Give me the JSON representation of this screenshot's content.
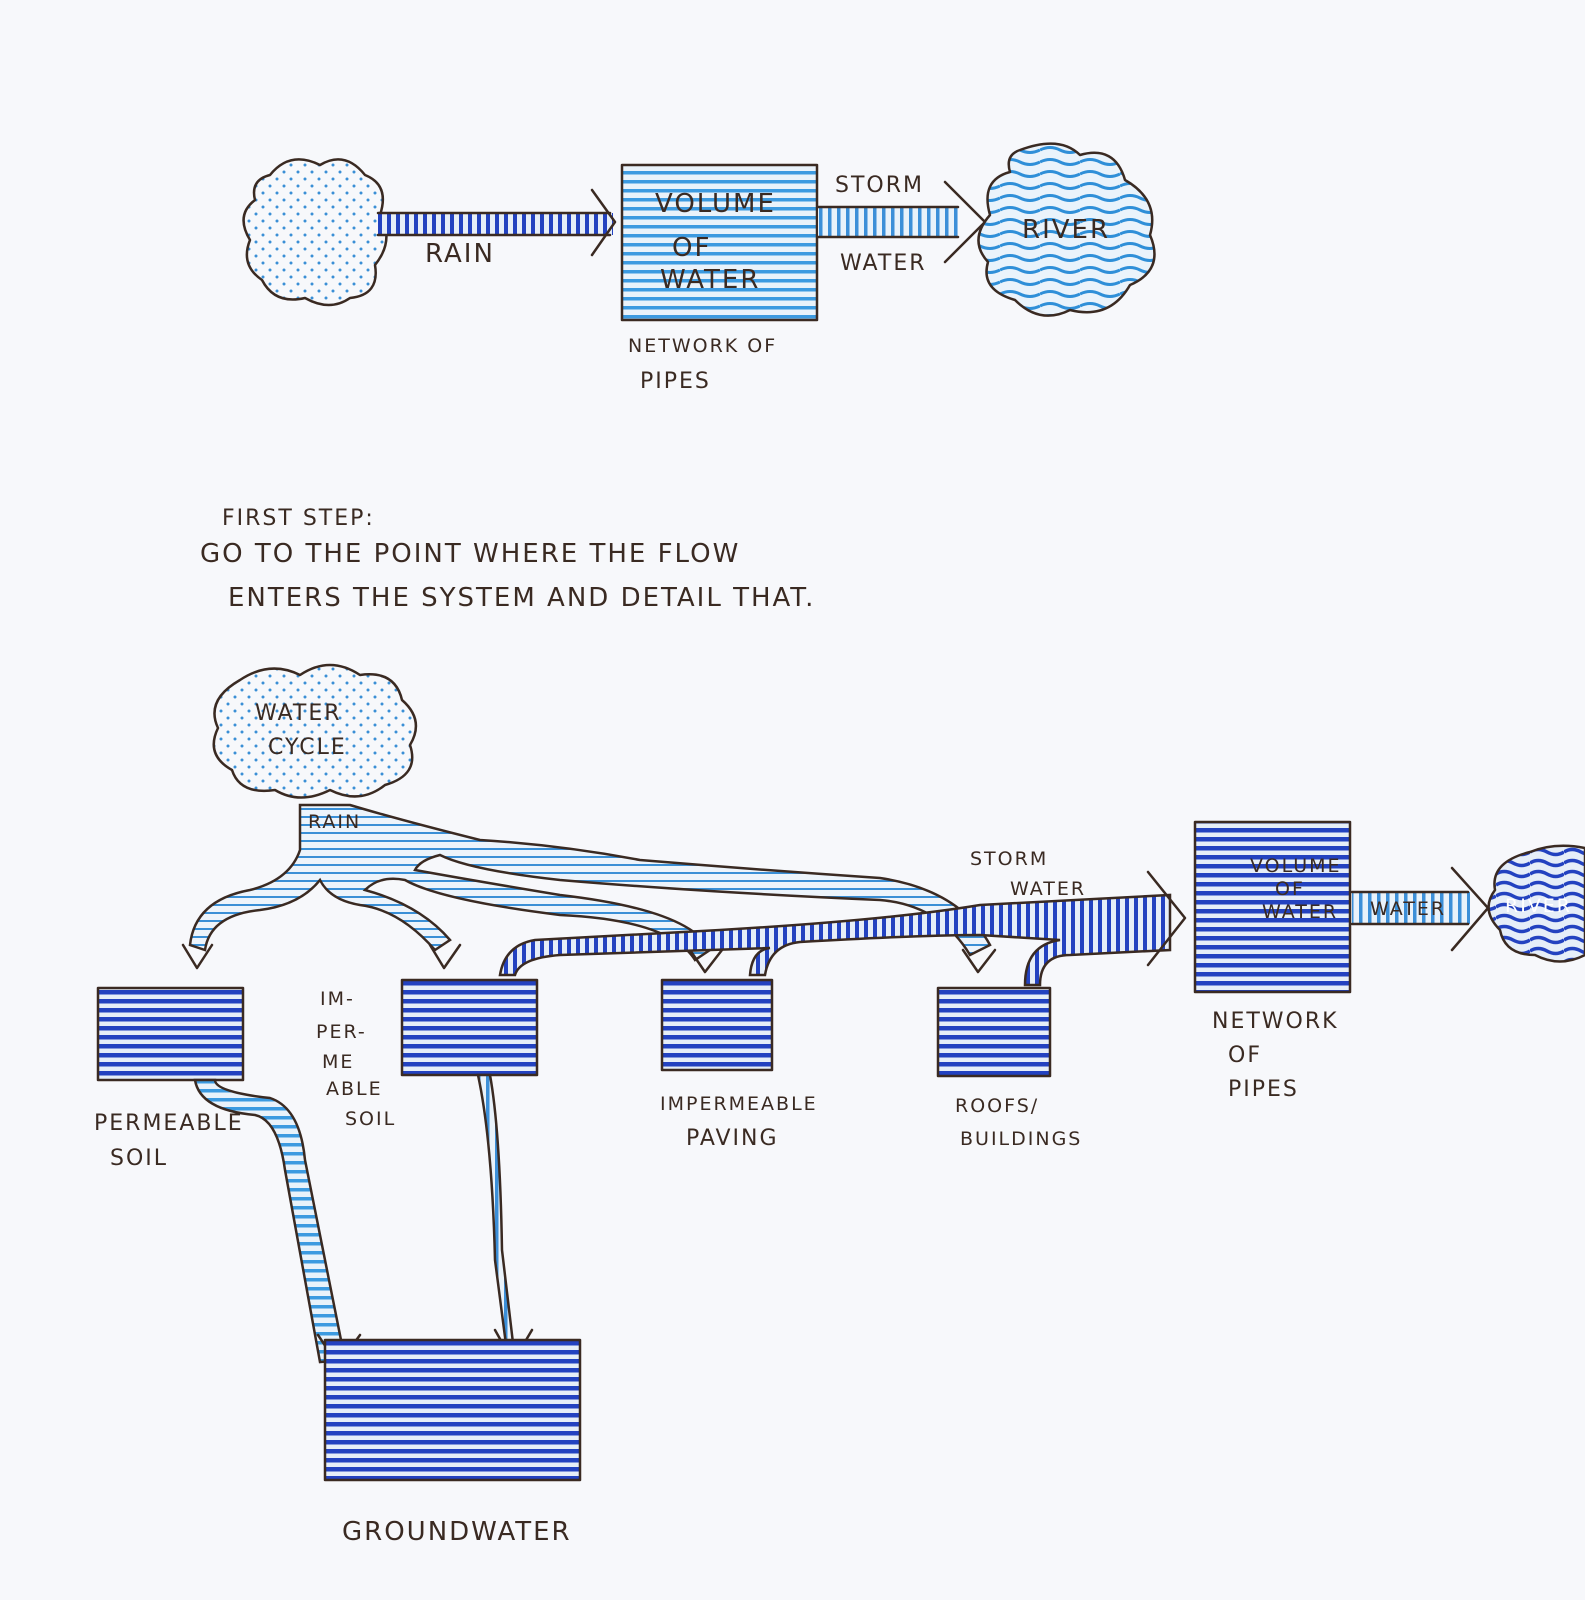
{
  "colors": {
    "ink": "#3a2a22",
    "water_dark": "#1f3fb8",
    "water_light": "#2f8fd8",
    "paper": "#f7f8fb"
  },
  "top_diagram": {
    "rain": "RAIN",
    "volume_line1": "VOLUME",
    "volume_line2": "OF",
    "volume_line3": "WATER",
    "storm_line1": "STORM",
    "storm_line2": "WATER",
    "river": "RIVER",
    "network_line1": "NETWORK OF",
    "network_line2": "PIPES"
  },
  "note": {
    "line1": "FIRST STEP:",
    "line2": "GO TO THE POINT WHERE THE FLOW",
    "line3": "ENTERS THE SYSTEM AND DETAIL THAT."
  },
  "bottom_diagram": {
    "cloud_line1": "WATER",
    "cloud_line2": "CYCLE",
    "rain": "RAIN",
    "permeable_line1": "PERMEABLE",
    "permeable_line2": "SOIL",
    "impermeable_soil_line1": "IM-",
    "impermeable_soil_line2": "PER-",
    "impermeable_soil_line3": "ME",
    "impermeable_soil_line4": "ABLE",
    "impermeable_soil_line5": "SOIL",
    "paving_line1": "IMPERMEABLE",
    "paving_line2": "PAVING",
    "roofs_line1": "ROOFS/",
    "roofs_line2": "BUILDINGS",
    "storm_line1": "STORM",
    "storm_line2": "WATER",
    "volume_line1": "VOLUME",
    "volume_line2": "OF",
    "volume_line3": "WATER",
    "water": "WATER",
    "river": "RIVER",
    "network_line1": "NETWORK",
    "network_line2": "OF",
    "network_line3": "PIPES",
    "groundwater": "GROUNDWATER"
  }
}
